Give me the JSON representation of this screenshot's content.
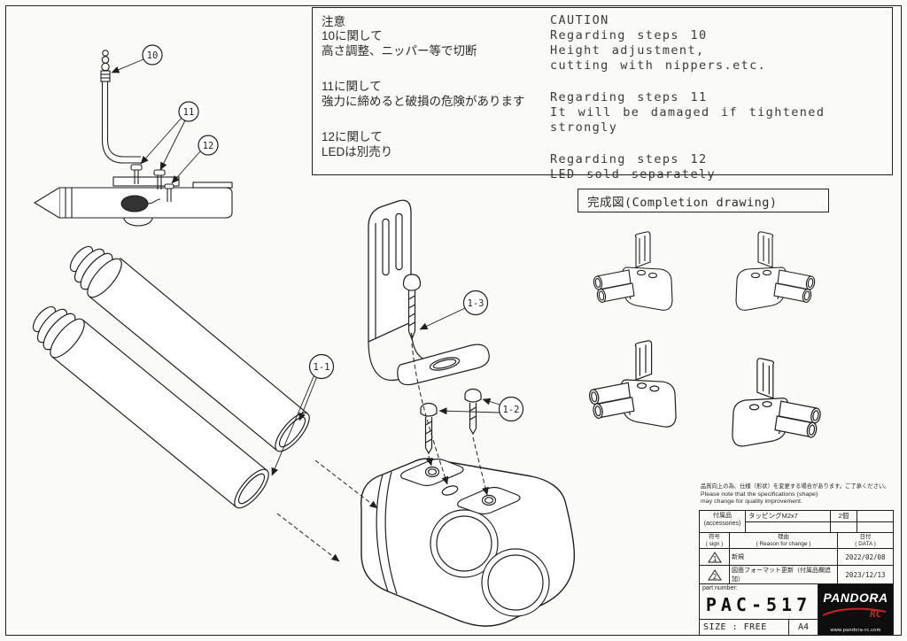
{
  "caution": {
    "jp_title": "注意",
    "jp_s10_head": "10に関して",
    "jp_s10_body": "高さ調整、ニッパー等で切断",
    "jp_s11_head": "11に関して",
    "jp_s11_body": "強力に締めると破損の危険があります",
    "jp_s12_head": "12に関して",
    "jp_s12_body": "LEDは別売り",
    "en_title": "CAUTION",
    "en_s10_l1": "Regarding steps 10",
    "en_s10_l2": "Height adjustment,",
    "en_s10_l3": "cutting with nippers.etc.",
    "en_s11_l1": "Regarding steps 11",
    "en_s11_l2": "It will be damaged if tightened strongly",
    "en_s12_l1": "Regarding steps 12",
    "en_s12_l2": "LED sold separately"
  },
  "completion": {
    "label": "完成図(Completion drawing)"
  },
  "callouts": {
    "c10": "10",
    "c11": "11",
    "c12": "12",
    "c1_1": "1-1",
    "c1_2": "1-2",
    "c1_3": "1-3"
  },
  "title_block": {
    "notice_jp": "品質向上の為、仕様（形状）を変更する場合があります。ご了承ください。",
    "notice_en_1": "Please note that the specifications (shape)",
    "notice_en_2": "may change for quality improvement.",
    "accessories_label_jp": "付属品",
    "accessories_label_en": "(accessories)",
    "accessory_name": "タッピングM2x7",
    "accessory_qty": "2個",
    "col_sign_jp": "符号",
    "col_sign_en": "( sign )",
    "col_reason_jp": "理由",
    "col_reason_en": "( Reason for change )",
    "col_date_jp": "日付",
    "col_date_en": "( DATA )",
    "revisions": [
      {
        "sign": "1",
        "reason": "新規",
        "date": "2022/02/08"
      },
      {
        "sign": "2",
        "reason": "図面フォーマット更新（付属品欄追加）",
        "date": "2023/12/13"
      }
    ],
    "part_number_label": "part number:",
    "part_number": "PAC-517",
    "size_label": "SIZE : FREE",
    "paper_size": "A4",
    "logo_brand": "PANDORA",
    "logo_rc": "RC",
    "logo_url": "www.pandora-rc.com"
  },
  "colors": {
    "line": "#1f1f1f",
    "accent_red": "#cc2222",
    "logo_bg": "#0e0e0e"
  }
}
